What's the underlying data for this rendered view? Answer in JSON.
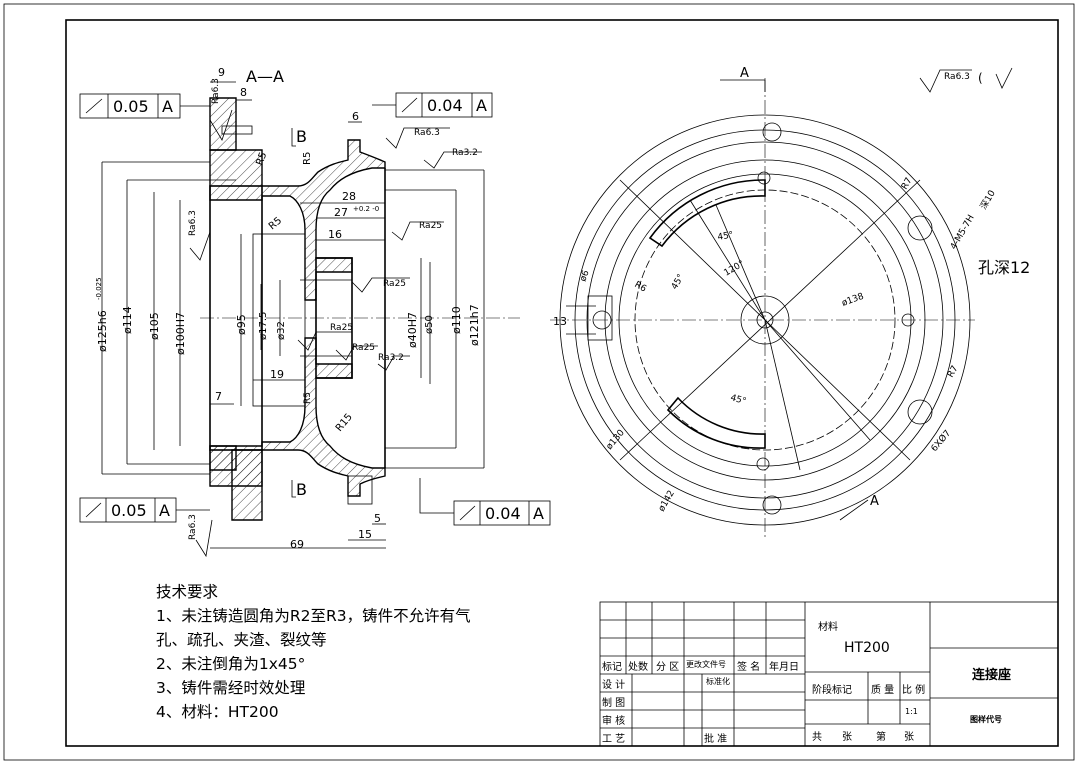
{
  "section_view": {
    "title": "A—A",
    "section_markers": [
      "B",
      "B"
    ],
    "tolerance_frames": [
      {
        "value": "0.05",
        "datum": "A"
      },
      {
        "value": "0.04",
        "datum": "A"
      },
      {
        "value": "0.05",
        "datum": "A"
      },
      {
        "value": "0.04",
        "datum": "A"
      }
    ],
    "roughness": [
      "Ra6.3",
      "Ra6.3",
      "Ra3.2",
      "Ra25",
      "Ra6.3",
      "Ra25",
      "Ra25",
      "Ra25",
      "Ra3.2",
      "Ra6.3"
    ],
    "dimensions": {
      "d125": "ø125h6",
      "d125_tol": "-0.025",
      "d114": "ø114",
      "d105": "ø105",
      "d100": "ø100H7",
      "d95": "ø95",
      "d17_5": "ø17.5",
      "d32": "ø32",
      "d40": "ø40H7",
      "d50": "ø50",
      "d110": "ø110",
      "d121": "ø121h7",
      "w9": "9",
      "w8": "8",
      "w6": "6",
      "w28": "28",
      "w27": "27",
      "w27_tol": "+0.2 -0",
      "w16": "16",
      "w19": "19",
      "w7": "7",
      "w69": "69",
      "w15": "15",
      "w5": "5",
      "r5a": "R5",
      "r5b": "R5",
      "r5c": "R5",
      "r15": "R15",
      "r5d": "R5"
    }
  },
  "front_view": {
    "section_label_top": "A",
    "section_label_bottom": "A",
    "roughness_default": "Ra6.3",
    "roughness_default_paren": "(",
    "hole_depth_note": "孔深12",
    "labels": {
      "r7a": "R7",
      "r7b": "R7",
      "holes4": "4-M5-7H",
      "holes4_suffix": "深10",
      "holes6": "6XØ7",
      "d138": "ø138",
      "d130": "ø130",
      "d142": "ø142",
      "r6": "R6",
      "d6": "ø6",
      "w13": "13",
      "a45a": "45°",
      "a45b": "45°",
      "a120": "120°",
      "a45c": "45°"
    }
  },
  "technical_requirements": {
    "title": "技术要求",
    "items": [
      "1、未注铸造圆角为R2至R3，铸件不允许有气",
      "孔、疏孔、夹渣、裂纹等",
      "2、未注倒角为1x45°",
      "3、铸件需经时效处理",
      "4、材料：HT200"
    ]
  },
  "title_block": {
    "material_label": "材料",
    "material": "HT200",
    "part_name": "连接座",
    "drawing_no_label": "图样代号",
    "revision_headers": [
      "标记",
      "处数",
      "分 区",
      "更改文件号",
      "签 名",
      "年月日"
    ],
    "roles": [
      "设 计",
      "制 图",
      "审 核",
      "工 艺"
    ],
    "standardize": "标准化",
    "approve": "批 准",
    "stage_mark": "阶段标记",
    "weight": "质 量",
    "scale_label": "比 例",
    "scale": "1:1",
    "sheets_total": "共",
    "sheets_unit1": "张",
    "sheet_no": "第",
    "sheets_unit2": "张"
  }
}
